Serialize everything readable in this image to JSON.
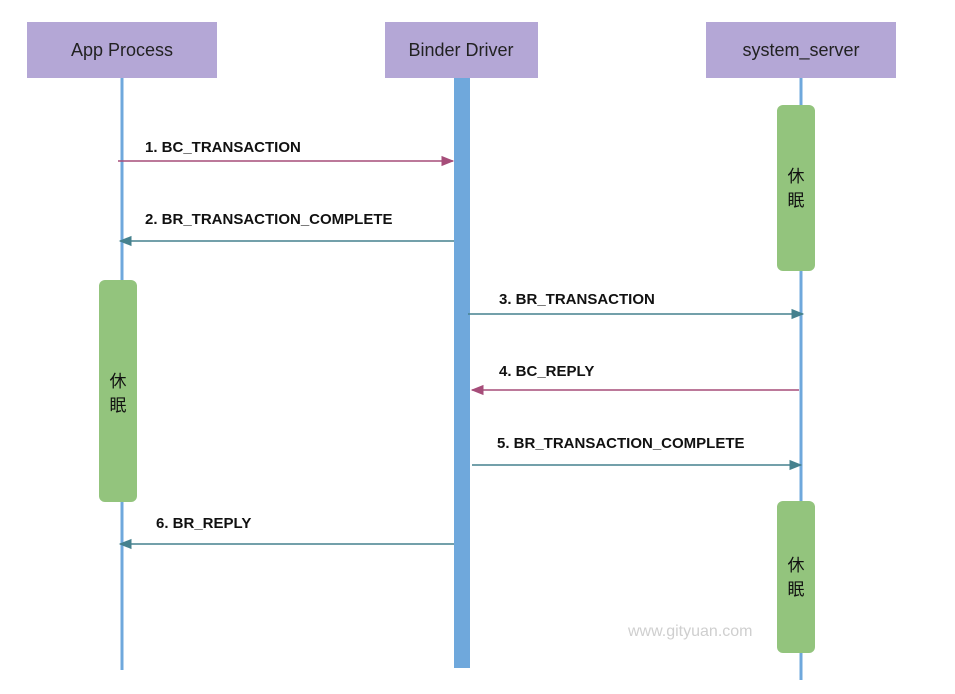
{
  "colors": {
    "header_bg": "#b4a7d6",
    "lifeline": "#6fa8dc",
    "sleep_bar": "#93c47d",
    "arrow_request": "#a64d79",
    "arrow_response": "#45818e",
    "watermark": "#cfcfcf"
  },
  "participants": {
    "app": "App Process",
    "binder": "Binder Driver",
    "server": "system_server"
  },
  "messages": {
    "m1": {
      "label": "1. BC_TRANSACTION",
      "kind": "request"
    },
    "m2": {
      "label": "2. BR_TRANSACTION_COMPLETE",
      "kind": "response"
    },
    "m3": {
      "label": "3. BR_TRANSACTION",
      "kind": "response"
    },
    "m4": {
      "label": "4. BC_REPLY",
      "kind": "request"
    },
    "m5": {
      "label": "5. BR_TRANSACTION_COMPLETE",
      "kind": "response"
    },
    "m6": {
      "label": "6. BR_REPLY",
      "kind": "response"
    }
  },
  "sleep": {
    "char1": "休",
    "char2": "眠"
  },
  "watermark": "www.gityuan.com"
}
